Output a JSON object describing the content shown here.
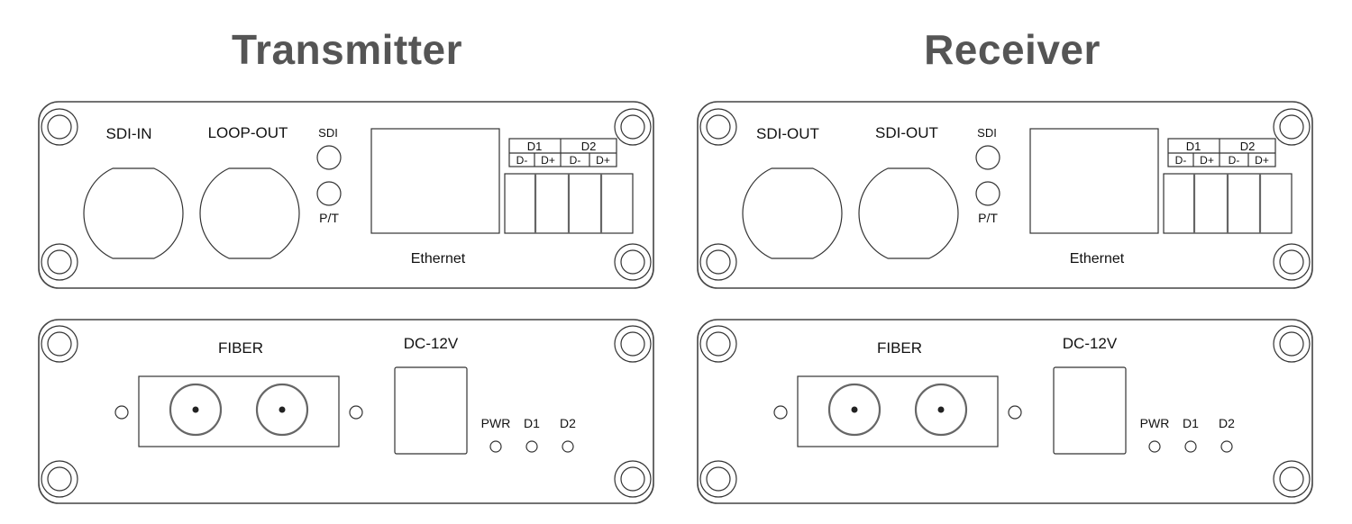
{
  "devices": [
    {
      "title": "Transmitter",
      "front": {
        "port1_label": "SDI-IN",
        "port2_label": "LOOP-OUT",
        "led_top_label": "SDI",
        "led_bottom_label": "P/T",
        "ethernet_label": "Ethernet",
        "terminal": {
          "groups": [
            "D1",
            "D2"
          ],
          "pins": [
            "D-",
            "D+",
            "D-",
            "D+"
          ]
        }
      },
      "back": {
        "fiber_label": "FIBER",
        "power_label": "DC-12V",
        "leds": [
          "PWR",
          "D1",
          "D2"
        ]
      }
    },
    {
      "title": "Receiver",
      "front": {
        "port1_label": "SDI-OUT",
        "port2_label": "SDI-OUT",
        "led_top_label": "SDI",
        "led_bottom_label": "P/T",
        "ethernet_label": "Ethernet",
        "terminal": {
          "groups": [
            "D1",
            "D2"
          ],
          "pins": [
            "D-",
            "D+",
            "D-",
            "D+"
          ]
        }
      },
      "back": {
        "fiber_label": "FIBER",
        "power_label": "DC-12V",
        "leds": [
          "PWR",
          "D1",
          "D2"
        ]
      }
    }
  ]
}
